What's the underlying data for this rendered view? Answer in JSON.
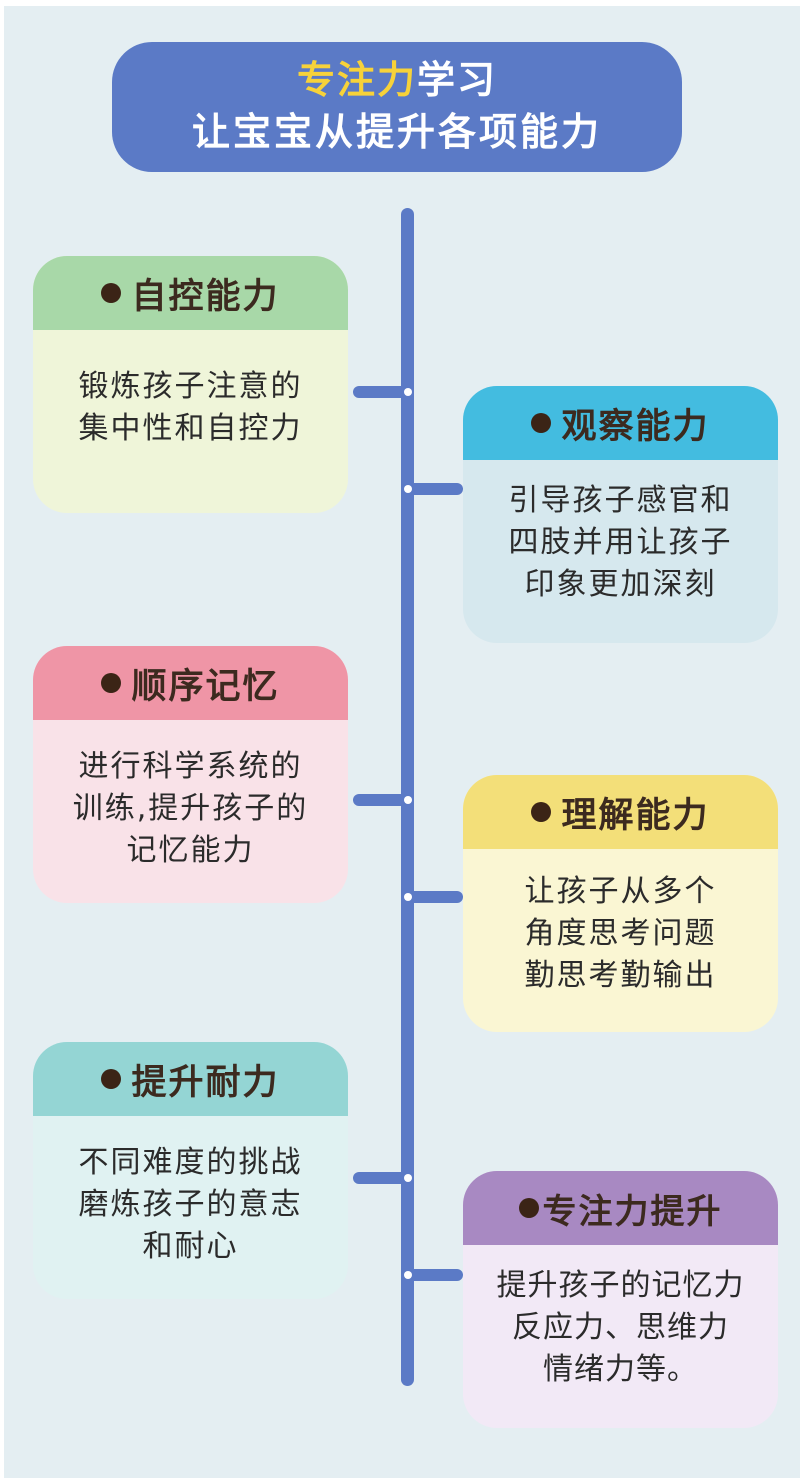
{
  "header": {
    "accent": "专注力",
    "line1_rest": "学习",
    "line2": "让宝宝从提升各项能力"
  },
  "cards": [
    {
      "title": "自控能力",
      "lines": [
        "锻炼孩子注意的",
        "集中性和自控力"
      ],
      "header_color": "#a8d8a8",
      "body_color": "#eff5d9"
    },
    {
      "title": "观察能力",
      "lines": [
        "引导孩子感官和",
        "四肢并用让孩子",
        "印象更加深刻"
      ],
      "header_color": "#43bce0",
      "body_color": "#d6e8ee"
    },
    {
      "title": "顺序记忆",
      "lines": [
        "进行科学系统的",
        "训练,提升孩子的",
        "记忆能力"
      ],
      "header_color": "#ef95a6",
      "body_color": "#f9e2e8"
    },
    {
      "title": "理解能力",
      "lines": [
        "让孩子从多个",
        "角度思考问题",
        "勤思考勤输出"
      ],
      "header_color": "#f3df79",
      "body_color": "#faf6d3"
    },
    {
      "title": "提升耐力",
      "lines": [
        "不同难度的挑战",
        "磨炼孩子的意志",
        "和耐心"
      ],
      "header_color": "#94d5d4",
      "body_color": "#e0f2f2"
    },
    {
      "title": "专注力提升",
      "lines": [
        "提升孩子的记忆力",
        "反应力、思维力",
        "情绪力等。"
      ],
      "header_color": "#a889c2",
      "body_color": "#f2e9f6"
    }
  ],
  "colors": {
    "spine": "#5b7ac6",
    "background": "#e4eef2",
    "header_bg": "#5b7ac6",
    "accent": "#f7d23a"
  }
}
